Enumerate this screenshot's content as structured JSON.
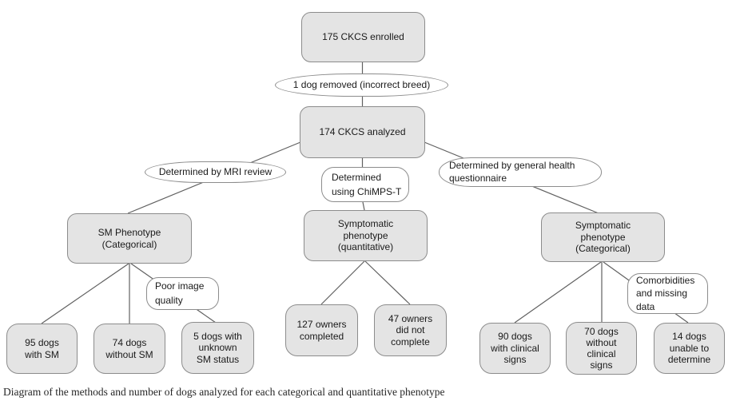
{
  "colors": {
    "node_fill": "#e4e4e4",
    "node_border": "#8c8c8c",
    "callout_fill": "#ffffff",
    "connector_line": "#606060",
    "text": "#1a1a1a"
  },
  "nodes": {
    "enrolled": {
      "label": "175 CKCS enrolled"
    },
    "removed": {
      "label": "1 dog removed (incorrect breed)"
    },
    "analyzed": {
      "label": "174 CKCS analyzed"
    },
    "mri_review": {
      "label": "Determined by MRI review"
    },
    "chimps": {
      "label": "Determined\nusing ChiMPS-T"
    },
    "questionnaire": {
      "label": "Determined by general health\nquestionnaire"
    },
    "sm_phenotype": {
      "label": "SM Phenotype\n(Categorical)"
    },
    "symptomatic_quant": {
      "label": "Symptomatic\nphenotype\n(quantitative)"
    },
    "symptomatic_cat": {
      "label": "Symptomatic\nphenotype\n(Categorical)"
    },
    "poor_image": {
      "label": "Poor image\nquality"
    },
    "comorbidities": {
      "label": "Comorbidities\nand missing\ndata"
    },
    "dogs_with_sm": {
      "label": "95 dogs\nwith SM"
    },
    "dogs_without_sm": {
      "label": "74 dogs\nwithout SM"
    },
    "dogs_unknown_sm": {
      "label": "5 dogs with\nunknown\nSM status"
    },
    "owners_completed": {
      "label": "127 owners\ncompleted"
    },
    "owners_not_complete": {
      "label": "47 owners\ndid not\ncomplete"
    },
    "dogs_clinical": {
      "label": "90 dogs\nwith clinical\nsigns"
    },
    "dogs_no_clinical": {
      "label": "70 dogs\nwithout\nclinical\nsigns"
    },
    "dogs_undetermined": {
      "label": "14 dogs\nunable to\ndetermine"
    }
  },
  "caption": "Diagram of the methods and number of dogs analyzed for each categorical and quantitative phenotype"
}
